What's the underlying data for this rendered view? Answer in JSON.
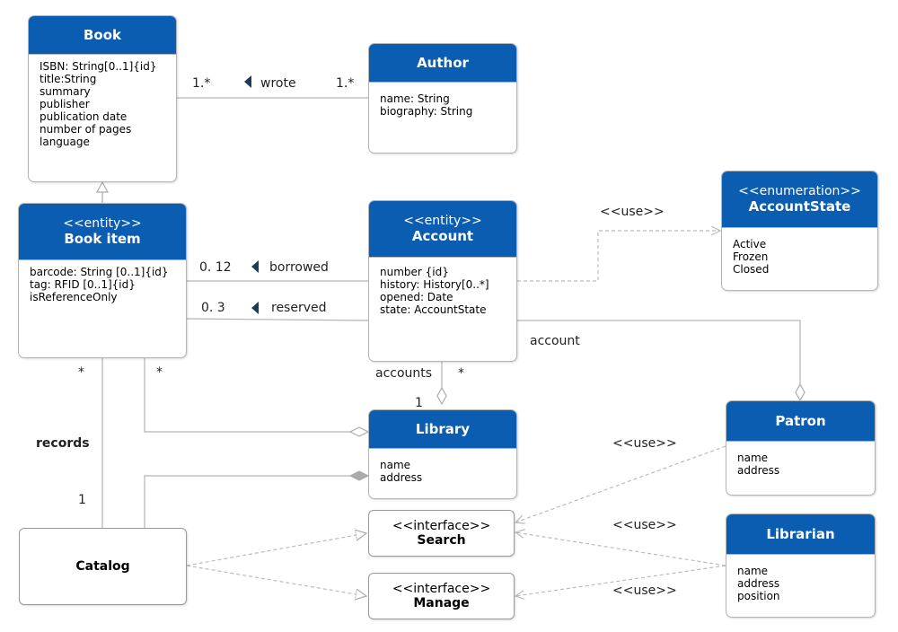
{
  "classes": {
    "book": {
      "name": "Book",
      "attrs": [
        "ISBN: String[0..1]{id}",
        "title:String",
        "summary",
        "publisher",
        "publication date",
        "number of pages",
        "language"
      ]
    },
    "author": {
      "name": "Author",
      "attrs": [
        "name: String",
        "biography: String"
      ]
    },
    "book_item": {
      "stereotype": "<<entity>>",
      "name": "Book item",
      "attrs": [
        "barcode: String [0..1]{id}",
        "tag: RFID [0..1]{id}",
        "isReferenceOnly"
      ]
    },
    "account": {
      "stereotype": "<<entity>>",
      "name": "Account",
      "attrs": [
        "number {id}",
        "history: History[0..*]",
        "opened: Date",
        "state: AccountState"
      ]
    },
    "account_state": {
      "stereotype": "<<enumeration>>",
      "name": "AccountState",
      "attrs": [
        "Active",
        "Frozen",
        "Closed"
      ]
    },
    "library": {
      "name": "Library",
      "attrs": [
        "name",
        "address"
      ]
    },
    "patron": {
      "name": "Patron",
      "attrs": [
        "name",
        "address"
      ]
    },
    "librarian": {
      "name": "Librarian",
      "attrs": [
        "name",
        "address",
        "position"
      ]
    },
    "catalog": {
      "name": "Catalog"
    },
    "search": {
      "stereotype": "<<interface>>",
      "name": "Search"
    },
    "manage": {
      "stereotype": "<<interface>>",
      "name": "Manage"
    }
  },
  "labels": {
    "wrote": "wrote",
    "wrote_mult_book": "1.*",
    "wrote_mult_author": "1.*",
    "borrowed": "borrowed",
    "borrowed_mult": "0. 12",
    "reserved": "reserved",
    "reserved_mult": "0. 3",
    "use_accountstate": "<<use>>",
    "account_role": "account",
    "accounts_role": "accounts",
    "accounts_mult": "*",
    "library_mult": "1",
    "bookitem_records_mult": "*",
    "bookitem_library_mult": "*",
    "records": "records",
    "records_mult": "1",
    "use_patron_search": "<<use>>",
    "use_librarian_search": "<<use>>",
    "use_librarian_manage": "<<use>>"
  },
  "colors": {
    "header": "#0b5db1",
    "line": "#b4b4b4",
    "dashed": "#bbbbbb",
    "arrow": "#1a3a5c"
  }
}
